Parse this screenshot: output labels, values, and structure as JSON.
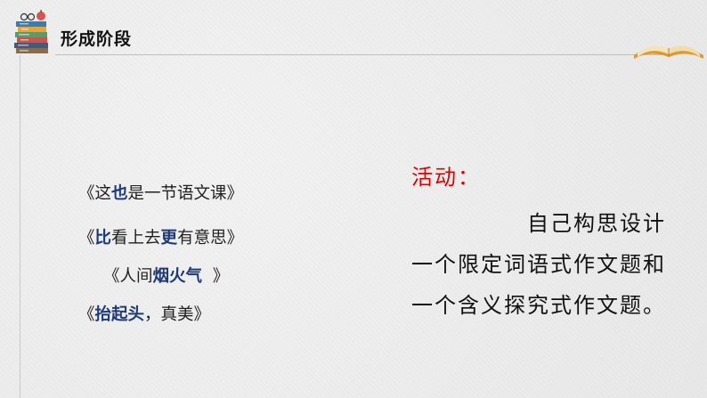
{
  "header": {
    "title": "形成阶段"
  },
  "titles": {
    "t1": {
      "pre": "《这",
      "hl": "也",
      "post": "是一节语文课》"
    },
    "t2": {
      "pre": "《",
      "hl1": "比",
      "mid": "看上去",
      "hl2": "更",
      "post": "有意思》"
    },
    "t3": {
      "pre": "《人间",
      "hl": "烟火气",
      "post": "  》"
    },
    "t4": {
      "pre": "《",
      "hl": "抬起头",
      "post": "，真美》"
    }
  },
  "activity": {
    "label": "活动：",
    "text": "自己构思设计一个限定词语式作文题和一个含义探究式作文题。"
  },
  "icons": {
    "header_left": "books-stack-icon",
    "header_right": "open-book-icon"
  }
}
